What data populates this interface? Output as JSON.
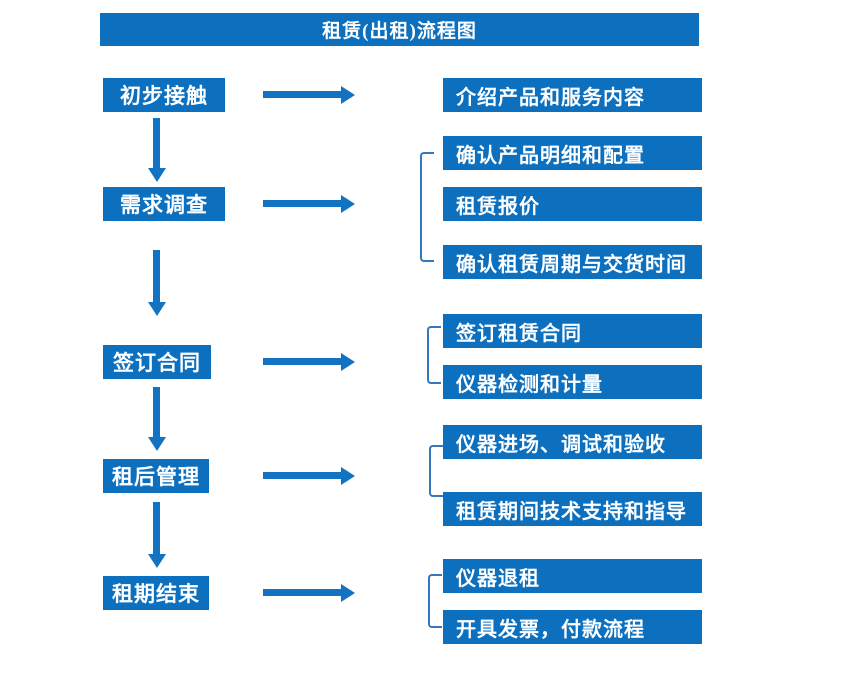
{
  "flow": {
    "title": "租赁(出租)流程图",
    "stages": [
      {
        "label": "初步接触",
        "details": [
          "介绍产品和服务内容"
        ]
      },
      {
        "label": "需求调查",
        "details": [
          "确认产品明细和配置",
          "租赁报价",
          "确认租赁周期与交货时间"
        ]
      },
      {
        "label": "签订合同",
        "details": [
          "签订租赁合同",
          "仪器检测和计量"
        ]
      },
      {
        "label": "租后管理",
        "details": [
          "仪器进场、调试和验收",
          "租赁期间技术支持和指导"
        ]
      },
      {
        "label": "租期结束",
        "details": [
          "仪器退租",
          "开具发票，付款流程"
        ]
      }
    ]
  },
  "colors": {
    "box": "#0d70bf",
    "arrow": "#1373c3",
    "bracket": "#3577bc",
    "text": "#ffffff",
    "background": "#ffffff"
  }
}
